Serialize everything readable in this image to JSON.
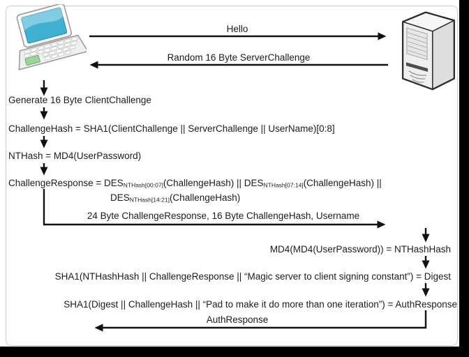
{
  "actors": {
    "client": {
      "icon": "laptop-icon"
    },
    "server": {
      "icon": "server-tower-icon"
    }
  },
  "messages": {
    "hello": "Hello",
    "server_challenge": "Random 16 Byte ServerChallenge",
    "client_response": "24 Byte ChallengeResponse, 16 Byte ChallengeHash, Username",
    "auth_response": "AuthResponse"
  },
  "client_steps": {
    "generate": "Generate 16 Byte ClientChallenge",
    "challenge_hash": "ChallengeHash = SHA1(ClientChallenge || ServerChallenge || UserName)[0:8]",
    "nt_hash": "NTHash = MD4(UserPassword)",
    "challenge_response": {
      "prefix": "ChallengeResponse = DES",
      "sub1": "NTHash[00:07]",
      "mid1": "(ChallengeHash) || DES",
      "sub2": "NTHash[07:14]",
      "mid2": "(ChallengeHash) ||",
      "line2_prefix": "DES",
      "sub3": "NTHash[14:21]",
      "line2_suffix": "(ChallengeHash)"
    }
  },
  "server_steps": {
    "nt_hash_hash": "MD4(MD4(UserPassword)) = NTHashHash",
    "digest": "SHA1(NTHashHash || ChallengeResponse || “Magic server to client signing constant”) = Digest",
    "auth_response": "SHA1(Digest || ChallengeHash || “Pad to make it do more than one iteration”) = AuthResponse"
  },
  "colors": {
    "background": "#ffffff",
    "outside": "#000000",
    "frame_border": "#c9c9c9",
    "arrow": "#111111",
    "text": "#1c1c1c",
    "laptop_screen": "#3fb0d2",
    "laptop_trackpad": "#9ed49b",
    "server_body": "#ededed"
  }
}
